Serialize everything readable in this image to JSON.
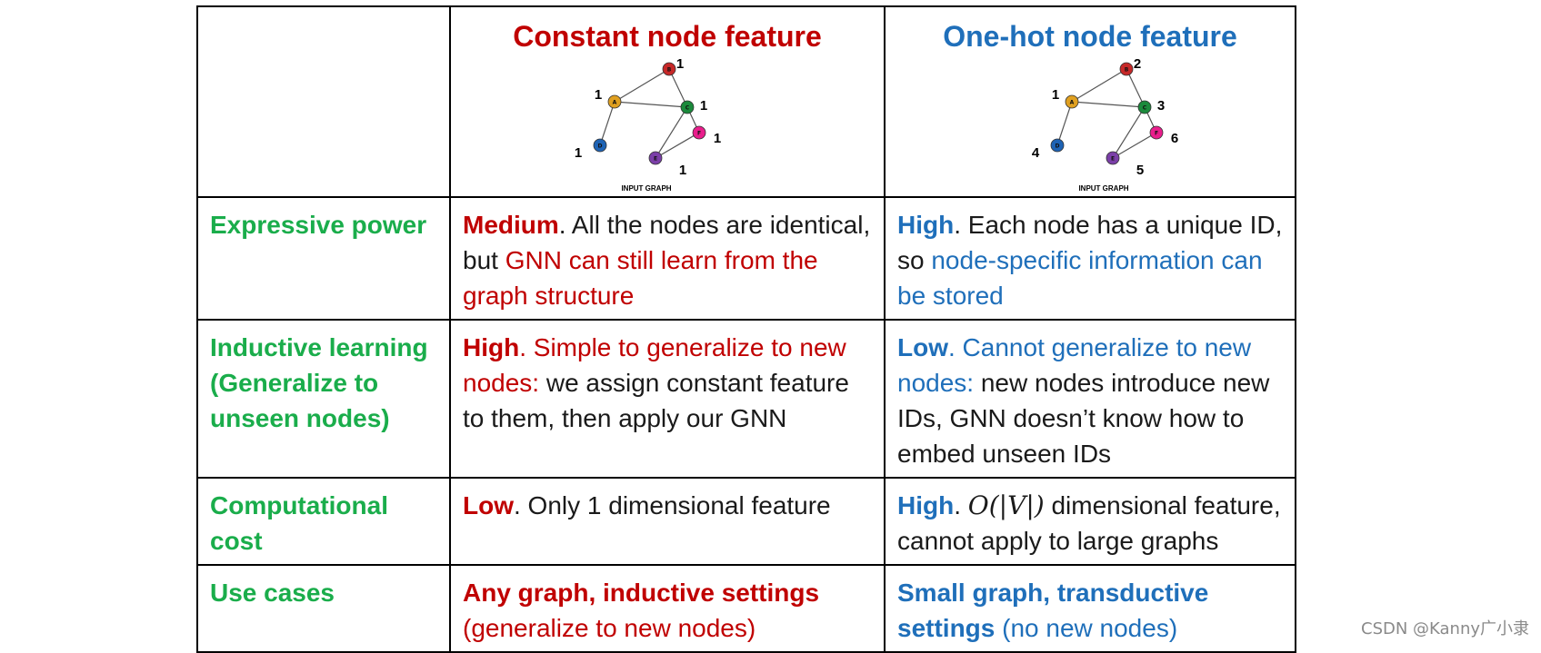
{
  "header": {
    "constant_title": "Constant node feature",
    "onehot_title": "One-hot node feature",
    "graph_caption": "INPUT GRAPH",
    "constant_graph": {
      "nodes": [
        {
          "id": "B",
          "value": "1",
          "color": "#c62828"
        },
        {
          "id": "A",
          "value": "1",
          "color": "#e0a020"
        },
        {
          "id": "C",
          "value": "1",
          "color": "#1b8a3c"
        },
        {
          "id": "F",
          "value": "1",
          "color": "#e91e8c"
        },
        {
          "id": "D",
          "value": "1",
          "color": "#1e63b5"
        },
        {
          "id": "E",
          "value": "1",
          "color": "#7b3fa8"
        }
      ]
    },
    "onehot_graph": {
      "nodes": [
        {
          "id": "B",
          "value": "2",
          "color": "#c62828"
        },
        {
          "id": "A",
          "value": "1",
          "color": "#e0a020"
        },
        {
          "id": "C",
          "value": "3",
          "color": "#1b8a3c"
        },
        {
          "id": "F",
          "value": "6",
          "color": "#e91e8c"
        },
        {
          "id": "D",
          "value": "4",
          "color": "#1e63b5"
        },
        {
          "id": "E",
          "value": "5",
          "color": "#7b3fa8"
        }
      ]
    }
  },
  "rows": {
    "expressive": {
      "label": "Expressive power",
      "constant": {
        "level": "Medium",
        "text1": ". All the nodes are identical, but ",
        "highlight": "GNN can still learn from the graph structure"
      },
      "onehot": {
        "level": "High",
        "text1": ". Each node has a unique ID, so ",
        "highlight": "node-specific information can be stored"
      }
    },
    "inductive": {
      "label": "Inductive learning (Generalize to unseen nodes)",
      "constant": {
        "level": "High",
        "highlight": ". Simple to generalize to new nodes:",
        "text1": " we assign constant feature to them, then apply our GNN"
      },
      "onehot": {
        "level": "Low",
        "highlight": ". Cannot generalize to new nodes:",
        "text1": " new nodes introduce new IDs, GNN doesn’t know how to embed unseen IDs"
      }
    },
    "cost": {
      "label": "Computational cost",
      "constant": {
        "level": "Low",
        "text1": ". Only 1 dimensional feature"
      },
      "onehot": {
        "level": "High",
        "text0": ". ",
        "math": "O(|V|)",
        "text1": " dimensional feature, cannot apply to large graphs"
      }
    },
    "usecases": {
      "label": "Use cases",
      "constant": {
        "bold": "Any graph, inductive settings",
        "text1": " (generalize to new nodes)"
      },
      "onehot": {
        "bold": "Small graph, transductive settings",
        "text1": " (no new nodes)"
      }
    }
  },
  "colors": {
    "red": "#c00000",
    "blue": "#1f6fba",
    "green": "#1aad4b"
  },
  "watermark": "CSDN @Kanny广小隶"
}
